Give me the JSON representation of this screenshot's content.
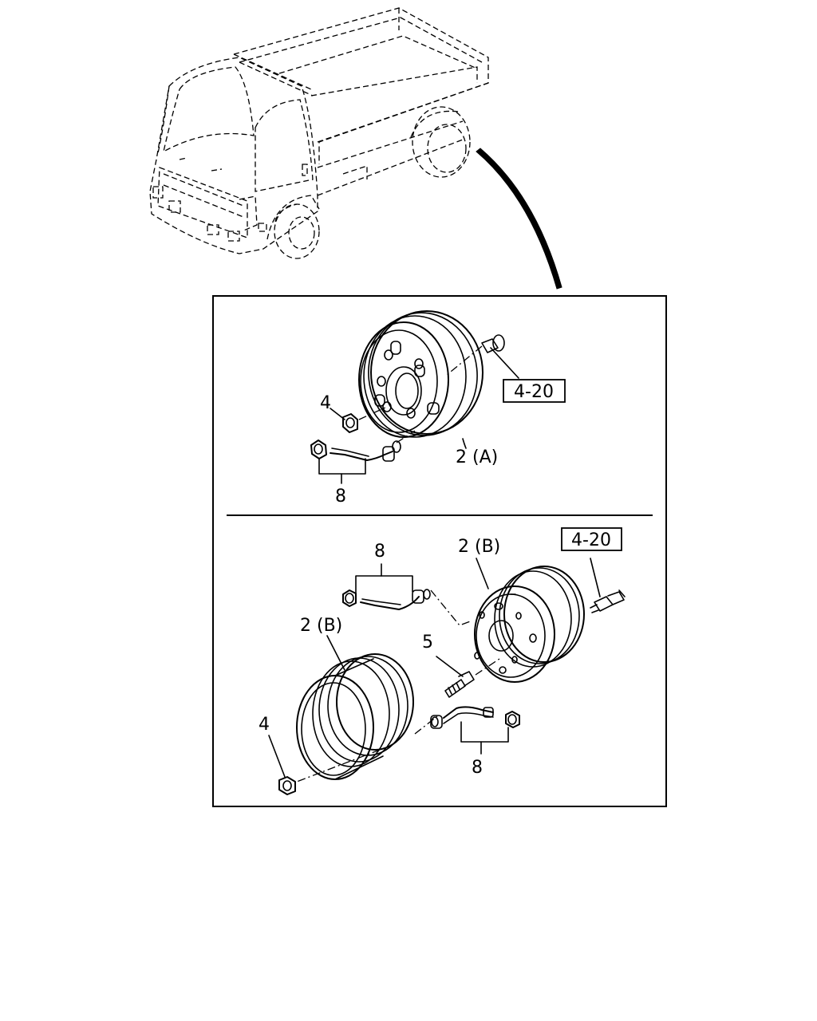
{
  "diagram": {
    "callouts": {
      "upper_nut": "4",
      "upper_valve_ext": "8",
      "upper_wheel": "2 (A)",
      "upper_ref": "4-20",
      "lower_valve_ext_top": "8",
      "lower_wheel_inner": "2 (B)",
      "lower_ref": "4-20",
      "lower_wheel_outer": "2 (B)",
      "lower_stud": "5",
      "lower_nut": "4",
      "lower_valve_ext_bottom": "8"
    }
  }
}
